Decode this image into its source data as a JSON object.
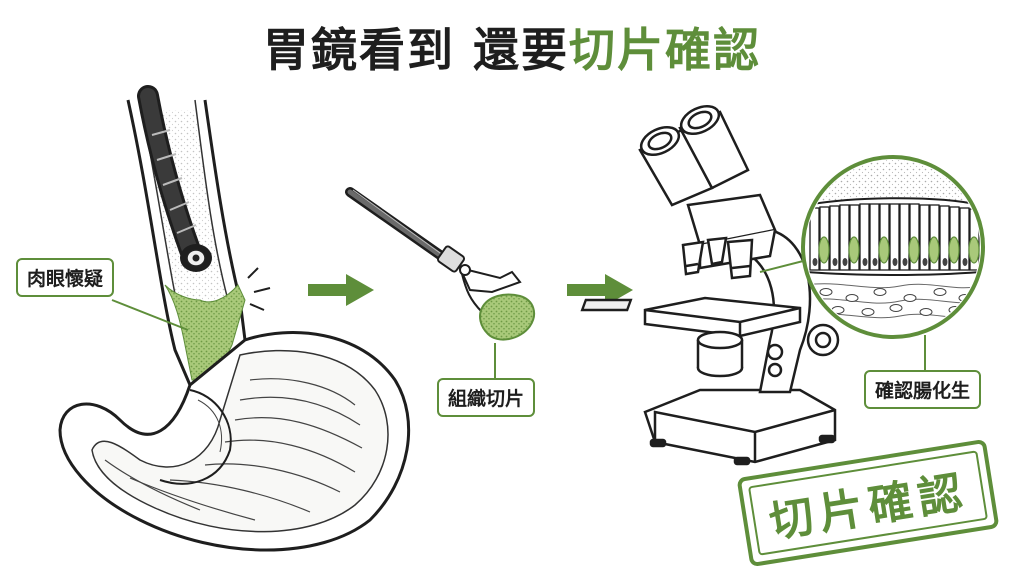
{
  "title": {
    "part1": "胃鏡看到 還要",
    "part2": "切片確認"
  },
  "labels": {
    "suspicion": "肉眼懷疑",
    "biopsy": "組織切片",
    "confirm": "確認腸化生"
  },
  "stamp": {
    "text": "切片確認"
  },
  "colors": {
    "accent": "#5e8e3a",
    "ink": "#1e1e1e",
    "tint": "#a9c97a"
  }
}
